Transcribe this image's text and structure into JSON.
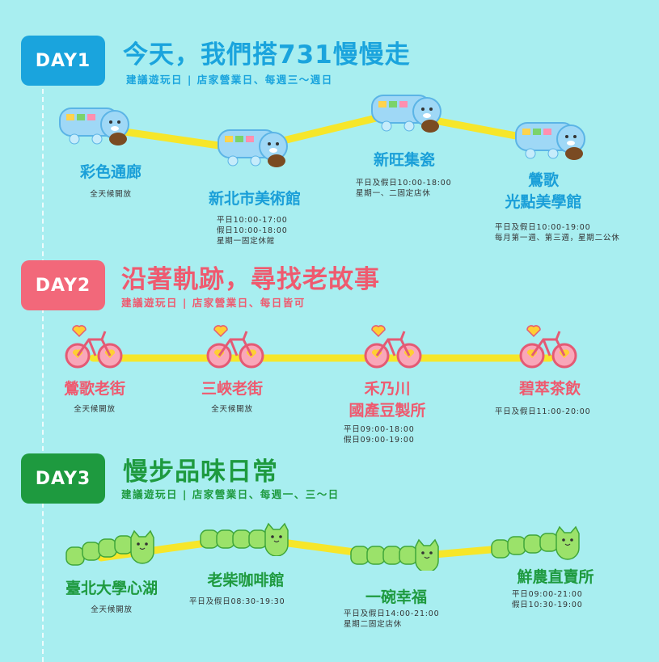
{
  "day1": {
    "badge": "DAY1",
    "title": "今天，我們搭731慢慢走",
    "subtitle": "建議遊玩日 | 店家營業日、每週三～週日",
    "stops": [
      {
        "name": "彩色通廊",
        "hours": [
          "全天候開放"
        ]
      },
      {
        "name": "新北市美術館",
        "hours": [
          "平日10:00-17:00",
          "假日10:00-18:00",
          "星期一固定休館"
        ]
      },
      {
        "name": "新旺集瓷",
        "hours": [
          "平日及假日10:00-18:00",
          "星期一、二固定店休"
        ]
      },
      {
        "name_lines": [
          "鶯歌",
          "光點美學館"
        ],
        "hours": [
          "平日及假日10:00-19:00",
          "每月第一週、第三週，星期二公休"
        ]
      }
    ]
  },
  "day2": {
    "badge": "DAY2",
    "title": "沿著軌跡，尋找老故事",
    "subtitle": "建議遊玩日 | 店家營業日、每日皆可",
    "stops": [
      {
        "name": "鶯歌老街",
        "hours": [
          "全天候開放"
        ]
      },
      {
        "name": "三峽老街",
        "hours": [
          "全天候開放"
        ]
      },
      {
        "name_lines": [
          "禾乃川",
          "國產豆製所"
        ],
        "hours": [
          "平日09:00-18:00",
          "假日09:00-19:00"
        ]
      },
      {
        "name": "碧萃茶飲",
        "hours": [
          "平日及假日11:00-20:00"
        ]
      }
    ]
  },
  "day3": {
    "badge": "DAY3",
    "title": "慢步品味日常",
    "subtitle": "建議遊玩日 | 店家營業日、每週一、三～日",
    "stops": [
      {
        "name": "臺北大學心湖",
        "hours": [
          "全天候開放"
        ]
      },
      {
        "name": "老柴咖啡館",
        "hours": [
          "平日及假日08:30-19:30"
        ]
      },
      {
        "name": "一碗幸福",
        "hours": [
          "平日及假日14:00-21:00",
          "星期二固定店休"
        ]
      },
      {
        "name": "鮮農直賣所",
        "hours": [
          "平日09:00-21:00",
          "假日10:30-19:00"
        ]
      }
    ]
  },
  "colors": {
    "background": "#a8eef0",
    "day1": "#1aa4dd",
    "day2": "#ef5a6f",
    "day3": "#1e9a3f",
    "route": "#f6e62a"
  },
  "icons": [
    "bus-icon",
    "bicycle-icon",
    "caterpillar-train-icon"
  ]
}
